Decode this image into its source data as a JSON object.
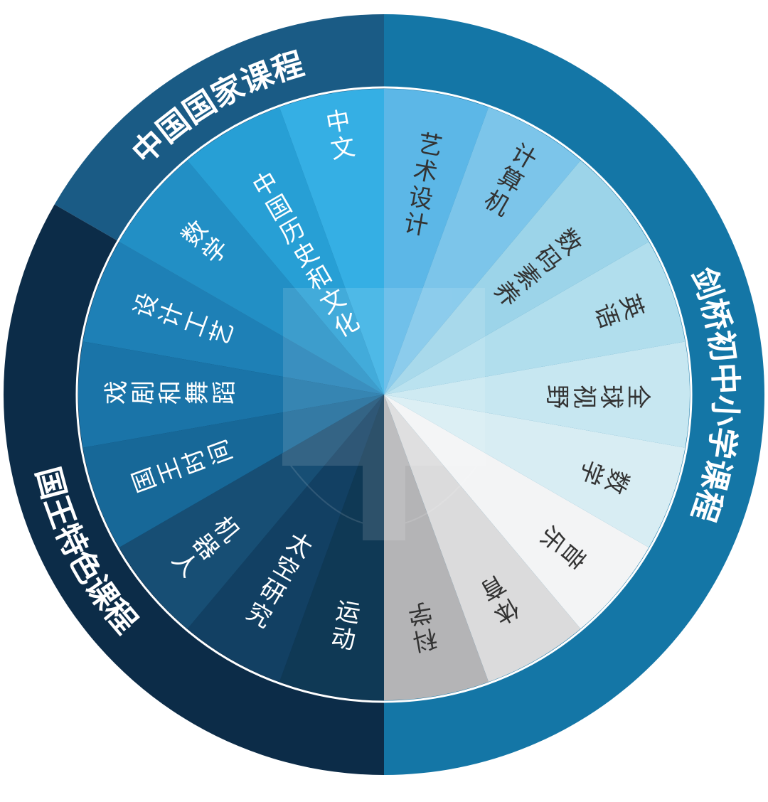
{
  "rings": [
    {
      "title": "中国国家课程",
      "color": "#1a5b85"
    },
    {
      "title": "剑桥初中小学课程",
      "color": "#1476a6"
    },
    {
      "title": "国王特色课程",
      "color": "#0c2c48"
    }
  ],
  "segments": [
    {
      "label": "艺术设计",
      "color": "#5cb7e7",
      "text": "#333333"
    },
    {
      "label": "计算机",
      "color": "#7cc5ea",
      "text": "#333333"
    },
    {
      "label": "数码素养",
      "color": "#9cd4e9",
      "text": "#333333"
    },
    {
      "label": "英语",
      "color": "#b1deed",
      "text": "#333333"
    },
    {
      "label": "全球视野",
      "color": "#c7e7f1",
      "text": "#333333"
    },
    {
      "label": "数学",
      "color": "#d8edf3",
      "text": "#333333"
    },
    {
      "label": "音乐",
      "color": "#f3f4f5",
      "text": "#333333"
    },
    {
      "label": "体育",
      "color": "#dbdbdc",
      "text": "#333333"
    },
    {
      "label": "科学",
      "color": "#b4b4b6",
      "text": "#333333"
    },
    {
      "label": "运动",
      "color": "#0f3955",
      "text": "#ffffff"
    },
    {
      "label": "太空研究",
      "color": "#124063",
      "text": "#ffffff"
    },
    {
      "label": "机器人",
      "color": "#174e74",
      "text": "#ffffff"
    },
    {
      "label": "国王时间",
      "color": "#176898",
      "text": "#ffffff"
    },
    {
      "label": "戏剧和舞蹈",
      "color": "#1a74a8",
      "text": "#ffffff"
    },
    {
      "label": "设计工艺",
      "color": "#1e80b6",
      "text": "#ffffff"
    },
    {
      "label": "数学",
      "color": "#228fc5",
      "text": "#ffffff"
    },
    {
      "label": "中国历史和文化",
      "color": "#279fd5",
      "text": "#ffffff"
    },
    {
      "label": "中文",
      "color": "#35afe4",
      "text": "#ffffff"
    }
  ]
}
